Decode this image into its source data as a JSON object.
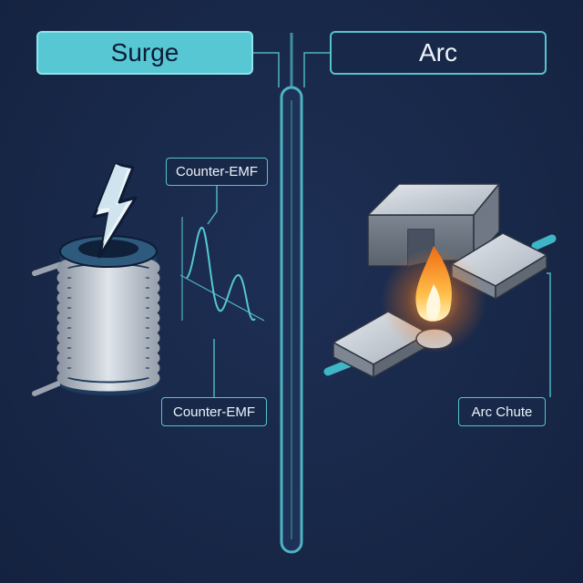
{
  "header": {
    "left_title": "Surge",
    "right_title": "Arc"
  },
  "labels": {
    "counter_emf_top": "Counter-EMF",
    "counter_emf_bottom": "Counter-EMF",
    "arc_chute": "Arc Chute"
  },
  "colors": {
    "background": "#18284a",
    "accent": "#56c7d3",
    "flame": "#f59a2a"
  },
  "icons": {
    "left": [
      "lightning-bolt-icon",
      "inductor-coil-icon",
      "waveform-icon"
    ],
    "right": [
      "magnet-icon",
      "contact-icon",
      "flame-icon"
    ]
  }
}
